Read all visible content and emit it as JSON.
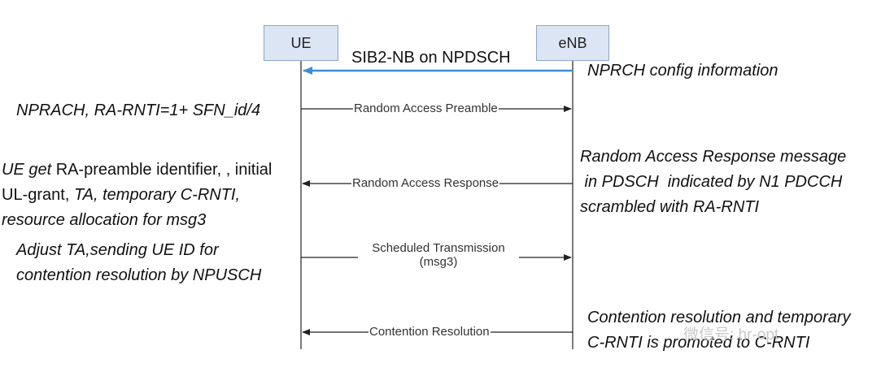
{
  "nodes": {
    "ue": "UE",
    "enb": "eNB"
  },
  "sib_message": "SIB2-NB on NPDSCH",
  "messages": {
    "preamble": "Random Access Preamble",
    "response": "Random Access Response",
    "scheduled_line1": "Scheduled Transmission",
    "scheduled_line2": "(msg3)",
    "contention": "Contention Resolution"
  },
  "notes": {
    "enb_config": "NPRCH config information",
    "ue_preamble": "NPRACH, RA-RNTI=1+ SFN_id/4",
    "ue_response": {
      "l1_a": "UE get ",
      "l1_b": "RA-preamble identifier, , initial",
      "l2_a": "UL-grant, ",
      "l2_b": "TA, temporary C-RNTI,",
      "l3": "resource allocation for msg3"
    },
    "enb_response": {
      "l1": "Random Access Response message",
      "l2": " in PDSCH  indicated by N1 PDCCH",
      "l3": "scrambled with RA-RNTI"
    },
    "ue_adjust": {
      "l1": "Adjust TA,sending UE ID for",
      "l2": "contention resolution by NPUSCH"
    },
    "enb_contention": {
      "l1": "Contention resolution and temporary",
      "l2": "C-RNTI is promoted to C-RNTI"
    }
  },
  "watermark": "微信号: hr-opt",
  "colors": {
    "node_fill": "#dbe5f3",
    "node_border": "#8aa6cf",
    "sib_arrow": "#3b8ed8",
    "line": "#222222"
  }
}
